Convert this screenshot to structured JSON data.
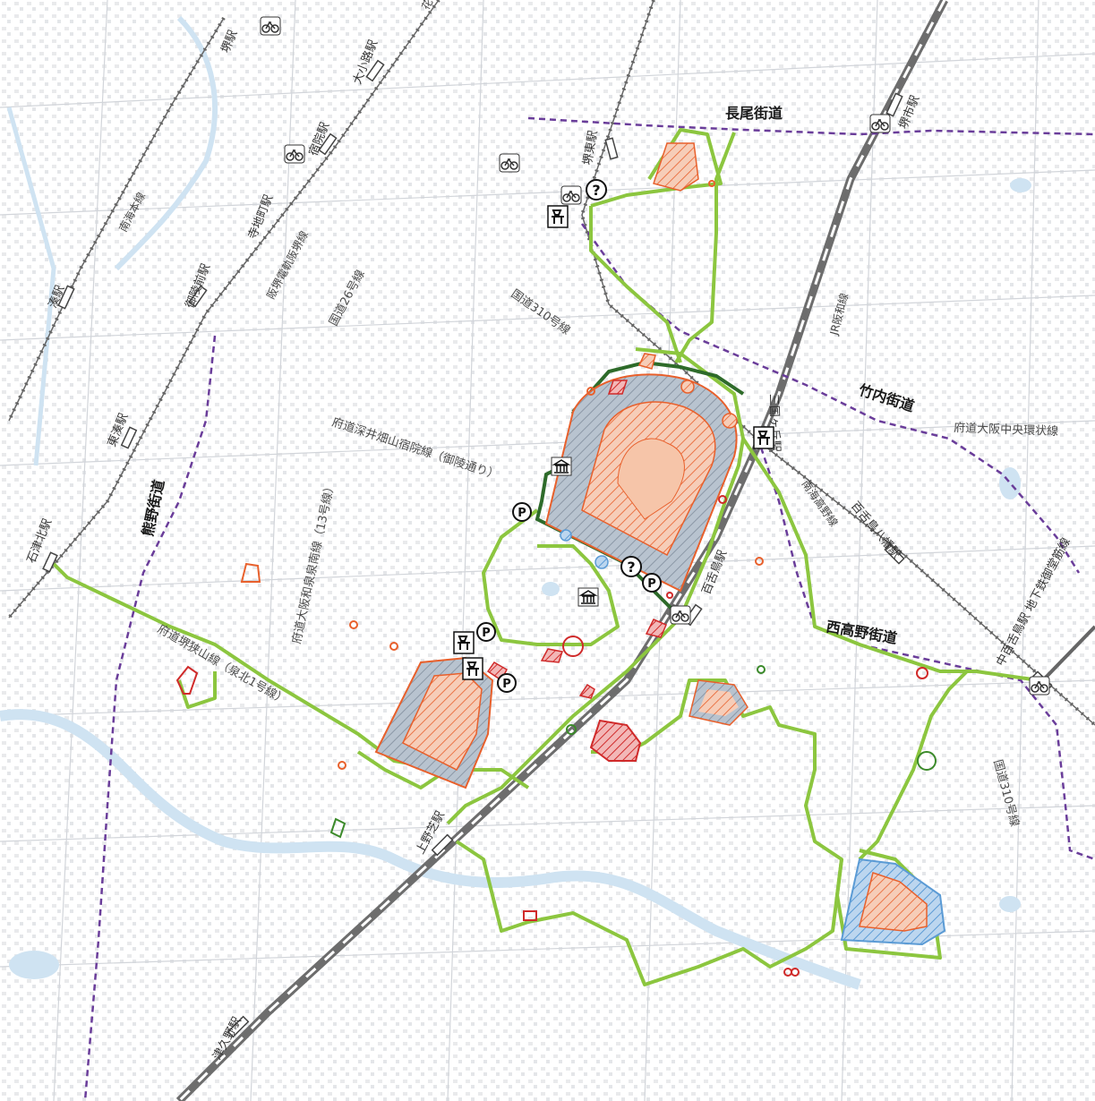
{
  "kaido": {
    "nagao": "長尾街道",
    "takenouchi": "竹内街道",
    "kumano": "熊野街道",
    "nishikoya": "西高野街道"
  },
  "roads": {
    "r310_north": "国道310号線",
    "r310_east": "国道310号線",
    "r26": "国道26号線",
    "fukai": "府道深井畑山宿院線（御陵通り）",
    "osaka_izumi": "府道大阪和泉泉南線（13号線）",
    "sakai_sayama": "府道堺狭山線（泉北1号線）",
    "chuo_kanjo": "府道大阪中央環状線"
  },
  "stations": {
    "sakai": "堺駅",
    "shukuin": "宿院駅",
    "oshoji": "大小路駅",
    "goryomae": "御陵前駅",
    "terajicho": "寺地町駅",
    "minato": "湊駅",
    "higashiminato": "東湊駅",
    "ishizukita": "石津北駅",
    "sakaihigashi": "堺東駅",
    "sakaishi": "堺市駅",
    "mikunigaoka": "三国ヶ丘駅",
    "mozu": "百舌鳥駅",
    "mozuhachiman": "百舌鳥八幡駅",
    "nakamozu": "中百舌鳥駅 地下鉄御堂筋線",
    "kaminoshiba": "上野芝駅",
    "tsukuno": "津久野駅"
  },
  "lines": {
    "nankai_main": "南海本線",
    "hankai": "阪堺電軌阪堺線",
    "jr_hanwa": "JR阪和線",
    "nankai_koya": "南海高野線"
  },
  "partial": {
    "hana": "花"
  },
  "icons": {
    "bicycle": "bicycle-icon",
    "info": "info-icon",
    "parking": "parking-icon",
    "museum": "museum-icon",
    "toilet": "toilet-icon"
  },
  "colors": {
    "route": "#8cc63f",
    "route_dark": "#2e6b2a",
    "kaido": "#6a3d9a",
    "kofun_fill": "#f4b89a",
    "kofun_line": "#e8602c",
    "moat": "#a8b8cc",
    "moat_blue": "#5b9bd5",
    "red_site": "#e03030",
    "rail_jr": "#555555",
    "water": "#cfe3f2"
  }
}
